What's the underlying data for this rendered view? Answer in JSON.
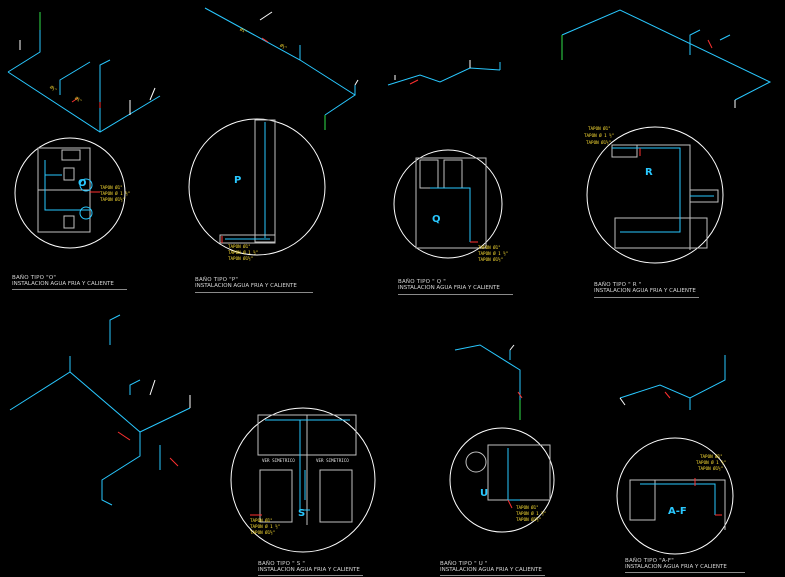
{
  "colors": {
    "background": "#000000",
    "circle": "#ffffff",
    "cold_pipe": "#29c8ff",
    "hot_pipe": "#ff3030",
    "riser": "#2fe04a",
    "annotation": "#ffe135",
    "wall": "#c0c0c0"
  },
  "panels": [
    {
      "id": "O",
      "letter": "O",
      "title": "BAÑO TIPO \"O\"",
      "subtitle": "INSTALACION AGUA FRIA Y CALIENTE",
      "notes": [
        "TAPON Ø1\"",
        "TAPON Ø 1 ½\"",
        "TAPON Ø1½\""
      ]
    },
    {
      "id": "P",
      "letter": "P",
      "title": "BAÑO TIPO \"P\"",
      "subtitle": "INSTALACION AGUA FRIA Y CALIENTE",
      "notes": [
        "TAPON Ø1\"",
        "TAPON Ø 1 ½\"",
        "TAPON Ø1½\""
      ]
    },
    {
      "id": "Q",
      "letter": "Q",
      "title": "BAÑO TIPO \" Q \"",
      "subtitle": "INSTALACION AGUA FRIA Y CALIENTE",
      "notes": [
        "TAPON Ø1\"",
        "TAPON Ø 1 ½\"",
        "TAPON Ø1½\""
      ]
    },
    {
      "id": "R",
      "letter": "R",
      "title": "BAÑO TIPO \" R \"",
      "subtitle": "INSTALACION AGUA FRIA Y CALIENTE",
      "notes": [
        "TAPON Ø1\"",
        "TAPON Ø 1 ½\"",
        "TAPON Ø1½\""
      ]
    },
    {
      "id": "S",
      "letter": "S",
      "title": "BAÑO TIPO \" S \"",
      "subtitle": "INSTALACION AGUA FRIA Y CALIENTE",
      "notes": [
        "TAPON Ø1\"",
        "TAPON Ø 1 ½\"",
        "TAPON Ø1½\""
      ],
      "extra": [
        "VER SIMETRICO",
        "VER SIMETRICO"
      ]
    },
    {
      "id": "U",
      "letter": "U",
      "title": "BAÑO TIPO \" U \"",
      "subtitle": "INSTALACION AGUA FRIA Y CALIENTE",
      "notes": [
        "TAPON Ø1\"",
        "TAPON Ø 1 ½\"",
        "TAPON Ø1½\""
      ]
    },
    {
      "id": "AF",
      "letter": "A-F",
      "title": "BAÑO TIPO \"A-F\"",
      "subtitle": "INSTALACION AGUA FRIA Y CALIENTE",
      "notes": [
        "TAPON Ø1\"",
        "TAPON Ø 1 ½\"",
        "TAPON Ø1½\""
      ]
    }
  ],
  "dims": [
    "Ø½\"",
    "Ø¾\"",
    "Ø1\"",
    "Ø½\""
  ]
}
